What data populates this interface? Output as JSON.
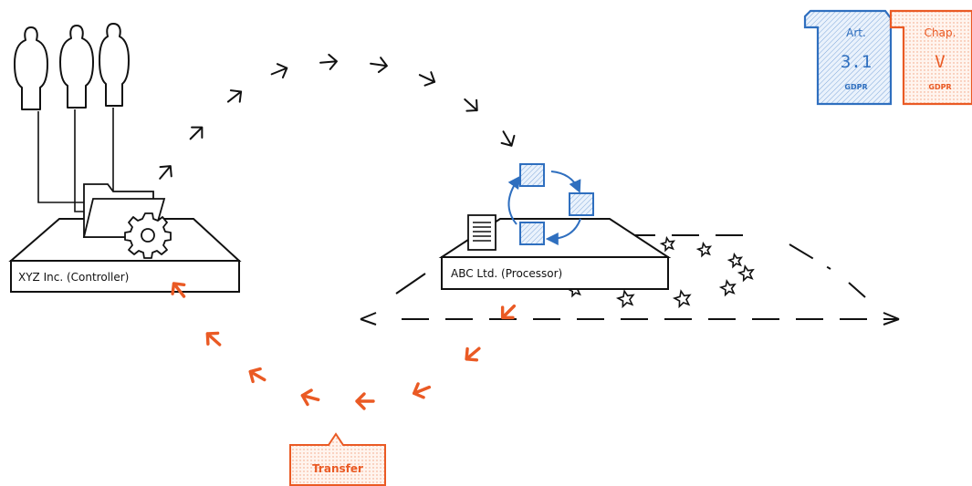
{
  "controller": {
    "label": "XYZ Inc. (Controller)"
  },
  "processor": {
    "label": "ABC Ltd. (Processor)"
  },
  "transfer_label": "Transfer",
  "tag_article": {
    "line1": "Art.",
    "line2": "3.1",
    "line3": "GDPR"
  },
  "tag_chapter": {
    "line1": "Chap.",
    "line2": "V",
    "line3": "GDPR"
  },
  "colors": {
    "ink": "#111111",
    "blue": "#2f6fbf",
    "orange": "#ea5a24"
  },
  "icons": [
    "person-icon",
    "folder-icon",
    "gear-icon",
    "document-icon",
    "data-block-icon",
    "cycle-arrow-icon",
    "star-icon",
    "arrow-icon"
  ]
}
